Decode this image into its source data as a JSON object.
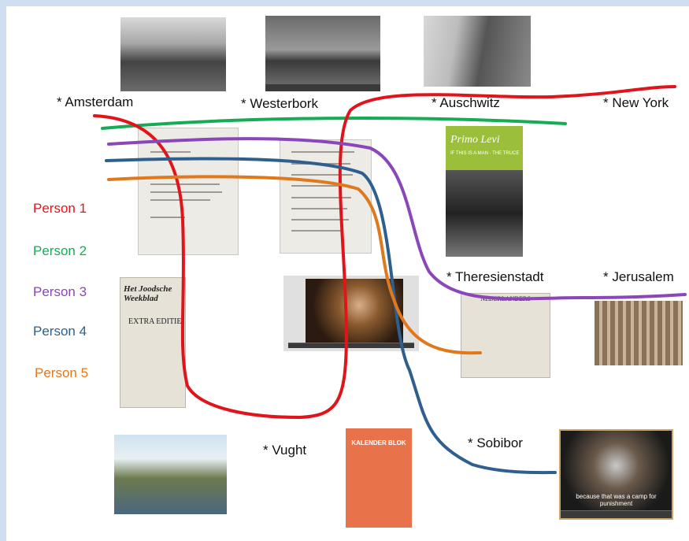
{
  "places": {
    "amsterdam": "* Amsterdam",
    "westerbork": "* Westerbork",
    "auschwitz": "* Auschwitz",
    "new_york": "* New York",
    "theresienstadt": "* Theresienstadt",
    "jerusalem": "* Jerusalem",
    "vught": "* Vught",
    "sobibor": "* Sobibor"
  },
  "persons": [
    {
      "label": "Person 1",
      "color": "#e0151b"
    },
    {
      "label": "Person 2",
      "color": "#16ac55"
    },
    {
      "label": "Person 3",
      "color": "#8b46b9"
    },
    {
      "label": "Person 4",
      "color": "#2f5f8c"
    },
    {
      "label": "Person 5",
      "color": "#e0781d"
    }
  ],
  "images": {
    "book_author": "Primo Levi",
    "book_title": "IF THIS IS A MAN · THE TRUCE",
    "newspaper_title": "Het Joodsche Weekblad",
    "newspaper_extra": "EXTRA EDITIE",
    "calendar_title": "KALENDER BLOK",
    "clipping_header": "NEDERLANDERS",
    "subtitle": "because that was a camp for punishment"
  }
}
